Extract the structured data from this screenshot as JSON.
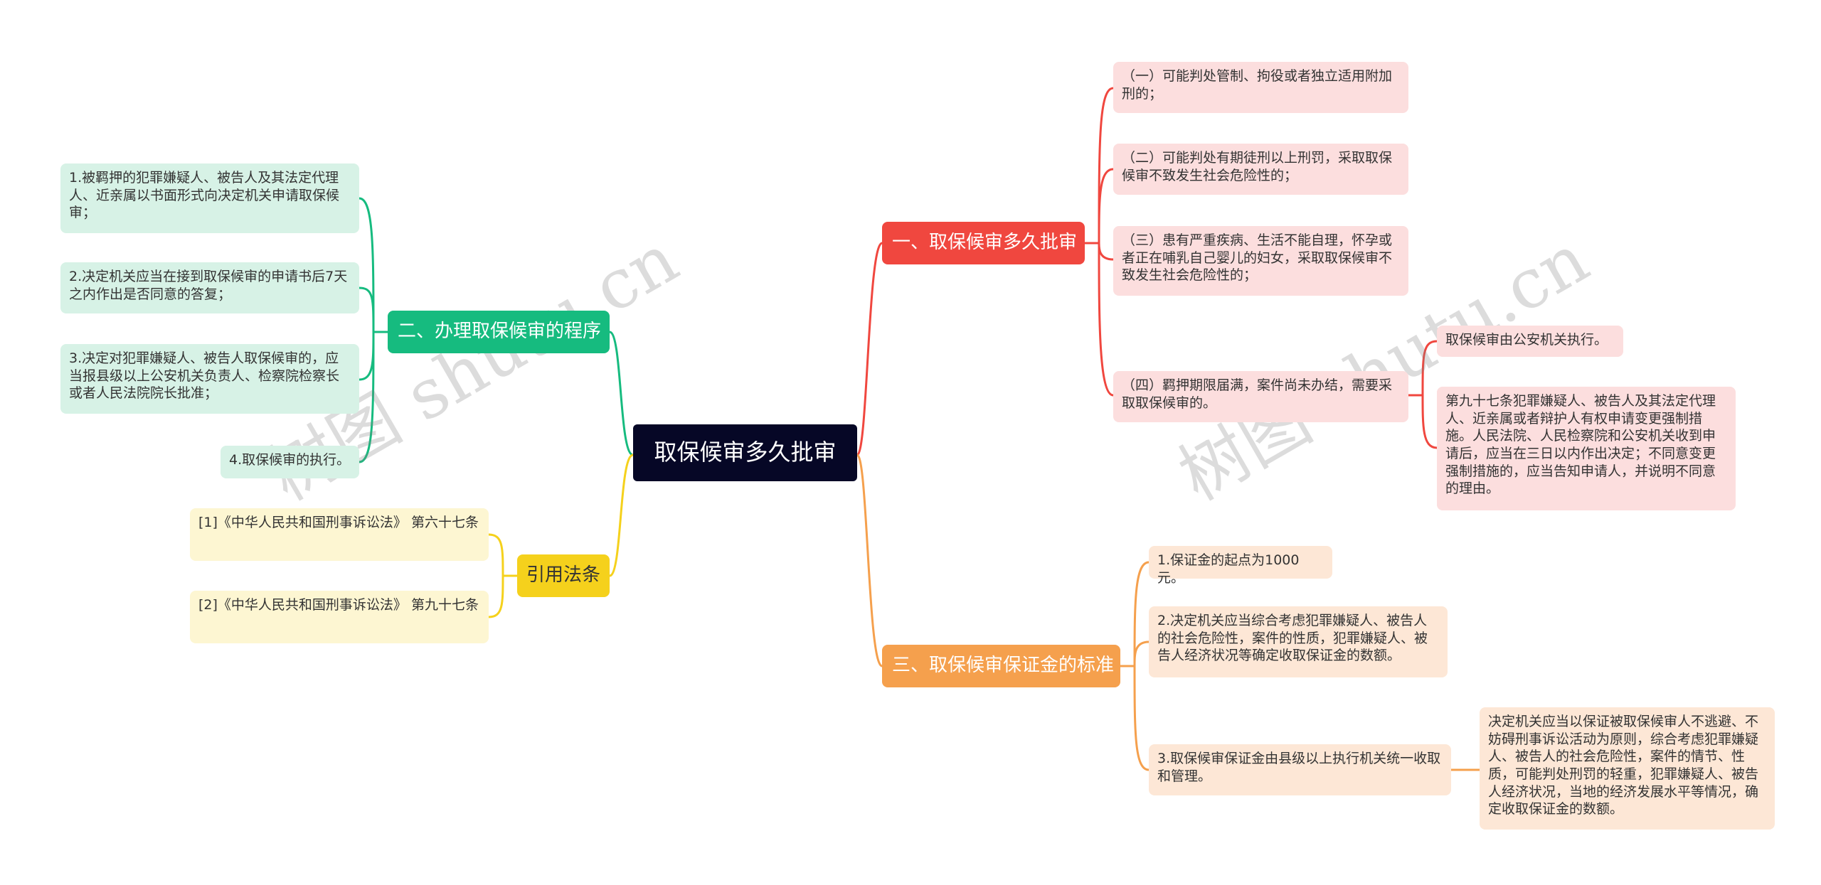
{
  "root": {
    "title": "取保候审多久批审"
  },
  "branches": {
    "b1": {
      "label": "一、取保候审多久批审",
      "items": [
        "（一）可能判处管制、拘役或者独立适用附加刑的；",
        "（二）可能判处有期徒刑以上刑罚，采取取保候审不致发生社会危险性的；",
        "（三）患有严重疾病、生活不能自理，怀孕或者正在哺乳自己婴儿的妇女，采取取保候审不致发生社会危险性的；",
        "（四）羁押期限届满，案件尚未办结，需要采取取保候审的。"
      ],
      "sub_items": [
        "取保候审由公安机关执行。",
        "第九十七条犯罪嫌疑人、被告人及其法定代理人、近亲属或者辩护人有权申请变更强制措施。人民法院、人民检察院和公安机关收到申请后，应当在三日以内作出决定；不同意变更强制措施的，应当告知申请人，并说明不同意的理由。"
      ]
    },
    "b2": {
      "label": "二、办理取保候审的程序",
      "items": [
        "1.被羁押的犯罪嫌疑人、被告人及其法定代理人、近亲属以书面形式向决定机关申请取保候审；",
        "2.决定机关应当在接到取保候审的申请书后7天之内作出是否同意的答复；",
        "3.决定对犯罪嫌疑人、被告人取保候审的，应当报县级以上公安机关负责人、检察院检察长或者人民法院院长批准；",
        "4.取保候审的执行。"
      ]
    },
    "b3": {
      "label": "三、取保候审保证金的标准",
      "items": [
        "1.保证金的起点为1000元。",
        "2.决定机关应当综合考虑犯罪嫌疑人、被告人的社会危险性，案件的性质，犯罪嫌疑人、被告人经济状况等确定收取保证金的数额。",
        "3.取保候审保证金由县级以上执行机关统一收取和管理。"
      ],
      "sub_items": [
        "决定机关应当以保证被取保候审人不逃避、不妨碍刑事诉讼活动为原则，综合考虑犯罪嫌疑人、被告人的社会危险性，案件的情节、性质，可能判处刑罚的轻重，犯罪嫌疑人、被告人经济状况，当地的经济发展水平等情况，确定收取保证金的数额。"
      ]
    },
    "b4": {
      "label": "引用法条",
      "items": [
        "[1]《中华人民共和国刑事诉讼法》 第六十七条",
        "[2]《中华人民共和国刑事诉讼法》 第九十七条"
      ]
    }
  },
  "colors": {
    "root": "#060726",
    "red": "#f0473f",
    "green": "#16bb7f",
    "yellow": "#f5d11c",
    "orange": "#f5a04d"
  },
  "watermark": [
    "树图 shutu.cn",
    "树图 shutu.cn"
  ]
}
